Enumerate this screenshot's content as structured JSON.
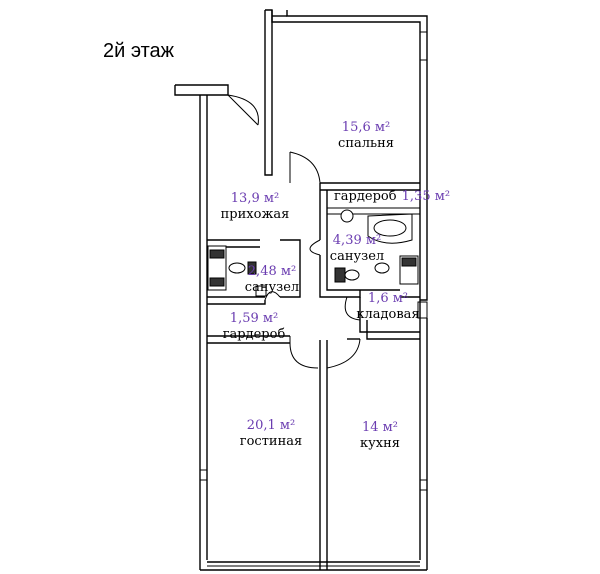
{
  "floor_title": "2й этаж",
  "rooms": {
    "bedroom": {
      "area": "15,6 м²",
      "name": "спальня"
    },
    "hallway": {
      "area": "13,9 м²",
      "name": "прихожая"
    },
    "wardrobe_top": {
      "name": "гардероб",
      "area": "1,35 м²"
    },
    "bathroom_big": {
      "area": "4,39 м²",
      "name": "санузел"
    },
    "bathroom_small": {
      "area": "2,48 м²",
      "name": "санузел"
    },
    "pantry": {
      "area": "1,6 м²",
      "name": "кладовая"
    },
    "wardrobe_left": {
      "area": "1,59 м²",
      "name": "гардероб"
    },
    "living_room": {
      "area": "20,1 м²",
      "name": "гостиная"
    },
    "kitchen": {
      "area": "14 м²",
      "name": "кухня"
    }
  },
  "colors": {
    "area_text": "#6a3cb0",
    "walls": "#000000"
  }
}
